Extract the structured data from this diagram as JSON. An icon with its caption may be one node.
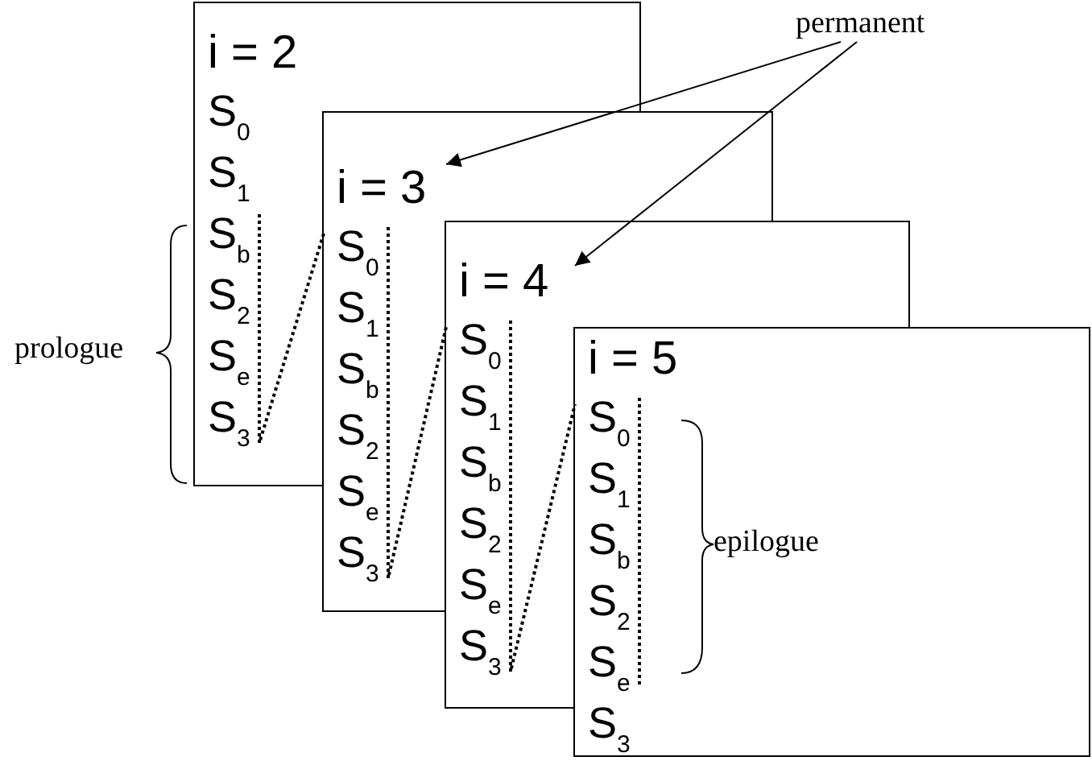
{
  "diagram": {
    "nodes": [
      {
        "text": [
          "i = 2",
          "S$_{0}$",
          "S$_{1}$",
          "S$_{b}$",
          "S$_{2}$",
          "S$_{e}$",
          "S$_{3}$"
        ]
      },
      {
        "text": [
          "i = 3",
          "S$_{0}$",
          "S$_{1}$",
          "S$_{b}$",
          "S$_{2}$",
          "S$_{e}$",
          "S$_{3}$"
        ]
      },
      {
        "text": [
          "i = 4",
          "S$_{0}$",
          "S$_{1}$",
          "S$_{b}$",
          "S$_{2}$",
          "S$_{e}$",
          "S$_{3}$"
        ]
      },
      {
        "text": [
          "i = 5",
          "S$_{0}$",
          "S$_{1}$",
          "S$_{b}$",
          "S$_{2}$",
          "S$_{e}$",
          "S$_{3}$"
        ]
      },
      {
        "text": [
          "permanent"
        ]
      }
    ],
    "edges": [
      {
        "from": 4,
        "to": 1,
        "arrow": "to"
      },
      {
        "from": 4,
        "to": 2,
        "arrow": "to"
      },
      {
        "from": 0,
        "to": 1,
        "arrow": "none",
        "style": "dashed"
      },
      {
        "from": 1,
        "to": 2,
        "arrow": "none",
        "style": "dashed"
      },
      {
        "from": 2,
        "to": 3,
        "arrow": "none",
        "style": "dashed"
      }
    ],
    "labels": [
      "prologue",
      "epilogue"
    ]
  }
}
